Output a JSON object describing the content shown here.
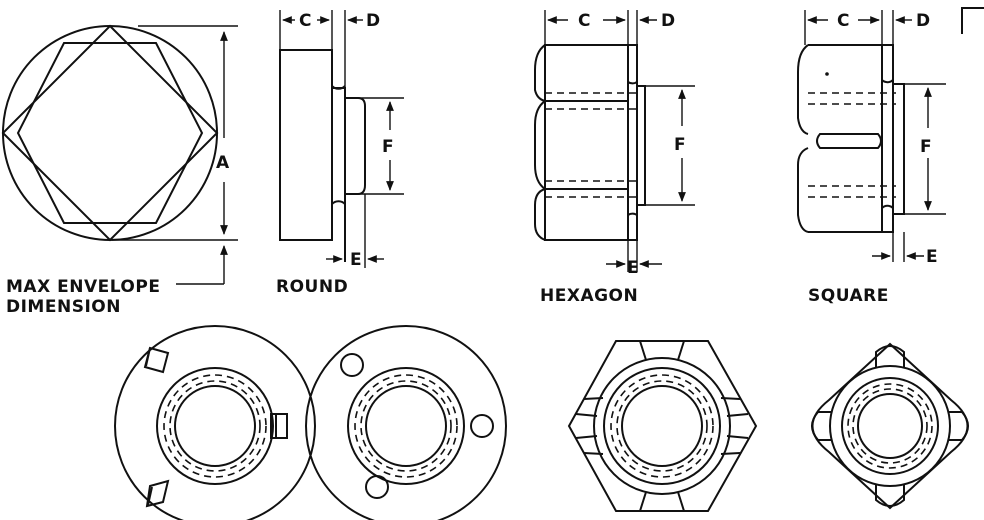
{
  "labels": {
    "envelope_line1": "MAX ENVELOPE",
    "envelope_line2": "DIMENSION",
    "round": "ROUND",
    "hexagon": "HEXAGON",
    "square": "SQUARE"
  },
  "dims": {
    "a": "A",
    "c": "C",
    "d": "D",
    "e": "E",
    "f": "F"
  },
  "colors": {
    "ink": "#111111",
    "paper": "#ffffff"
  }
}
